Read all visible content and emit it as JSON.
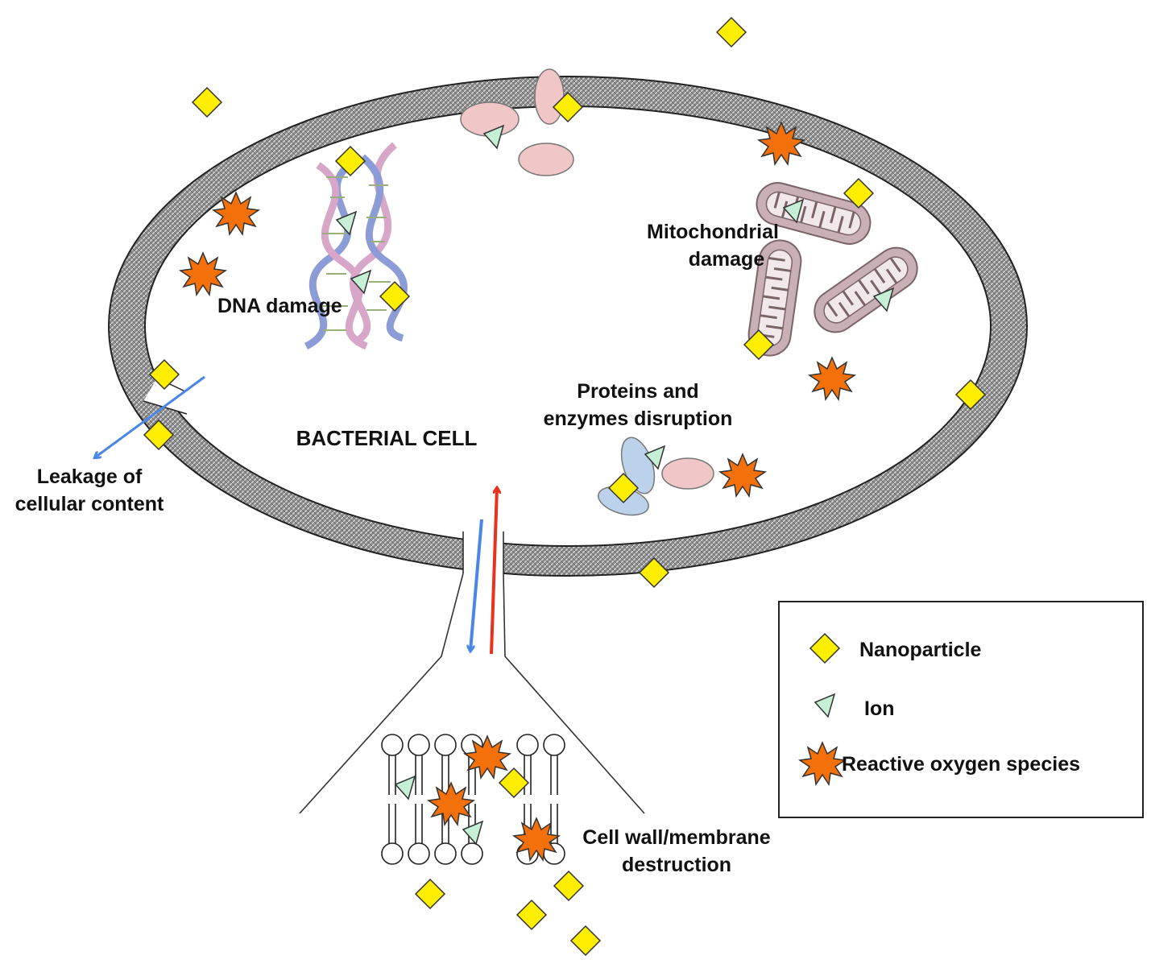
{
  "cell_title": "BACTERIAL CELL",
  "labels": {
    "dna": "DNA damage",
    "mito_line1": "Mitochondrial",
    "mito_line2": "damage",
    "proteins_line1": "Proteins and",
    "proteins_line2": "enzymes disruption",
    "leakage_line1": "Leakage of",
    "leakage_line2": "cellular content",
    "membrane_line1": "Cell wall/membrane",
    "membrane_line2": "destruction"
  },
  "legend": {
    "items": [
      {
        "symbol": "nanoparticle",
        "label": "Nanoparticle"
      },
      {
        "symbol": "ion",
        "label": "Ion"
      },
      {
        "symbol": "ros",
        "label": "Reactive oxygen species"
      }
    ]
  },
  "colors": {
    "nanoparticle": "#ffee00",
    "ion": "#c6f0d6",
    "ros": "#f4700a",
    "protein_pink": "#f1c6c6",
    "protein_blue": "#bcd2ea",
    "mitochondria": "#c9b0b6",
    "arrow_blue": "#4a86e8",
    "arrow_red": "#e8321c",
    "dna_blue": "#8c9cd6",
    "dna_pink": "#d8a6c8"
  }
}
